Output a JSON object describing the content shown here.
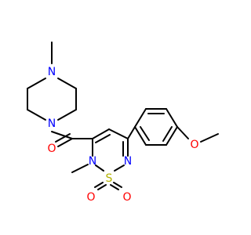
{
  "structure": {
    "colors": {
      "bond": "#000000",
      "N": "#0000ff",
      "O": "#ff0000",
      "S": "#b3b300",
      "background": "#ffffff"
    },
    "atoms": {
      "piperazine_N_top": "N",
      "piperazine_N_bottom": "N",
      "carbonyl_O": "O",
      "ring_N_methyl": "N",
      "ring_S": "S",
      "ring_N_imine": "N",
      "sulfonyl_O_left": "O",
      "sulfonyl_O_right": "O",
      "methoxy_O": "O"
    }
  }
}
